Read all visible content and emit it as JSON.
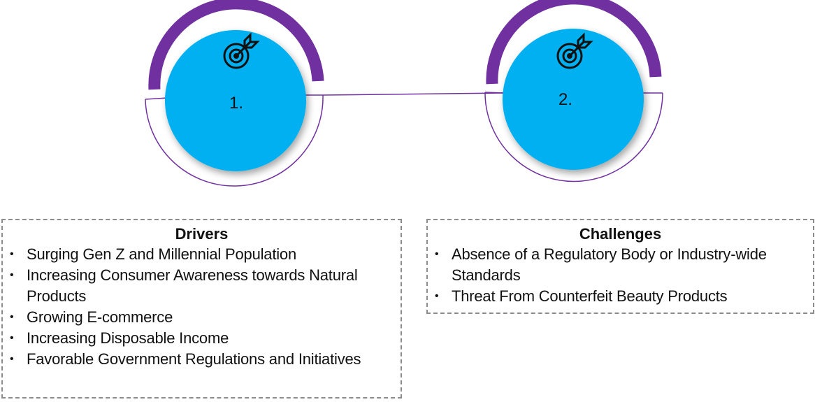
{
  "colors": {
    "circle_fill": "#00b0f0",
    "arc_color": "#7030a0",
    "connector": "#7030a0",
    "border": "#8c8c8c"
  },
  "nodes": [
    {
      "label": "1.",
      "icon": "target-arrow-icon"
    },
    {
      "label": "2.",
      "icon": "target-arrow-icon"
    }
  ],
  "drivers": {
    "title": "Drivers",
    "bullet": "•",
    "items": [
      "Surging Gen Z and Millennial Population",
      "Increasing Consumer Awareness towards Natural Products",
      "Growing E-commerce",
      "Increasing Disposable Income",
      "Favorable Government Regulations and Initiatives"
    ]
  },
  "challenges": {
    "title": "Challenges",
    "bullet": "•",
    "items": [
      "Absence of a Regulatory Body or Industry-wide Standards",
      "Threat From Counterfeit Beauty Products"
    ]
  }
}
